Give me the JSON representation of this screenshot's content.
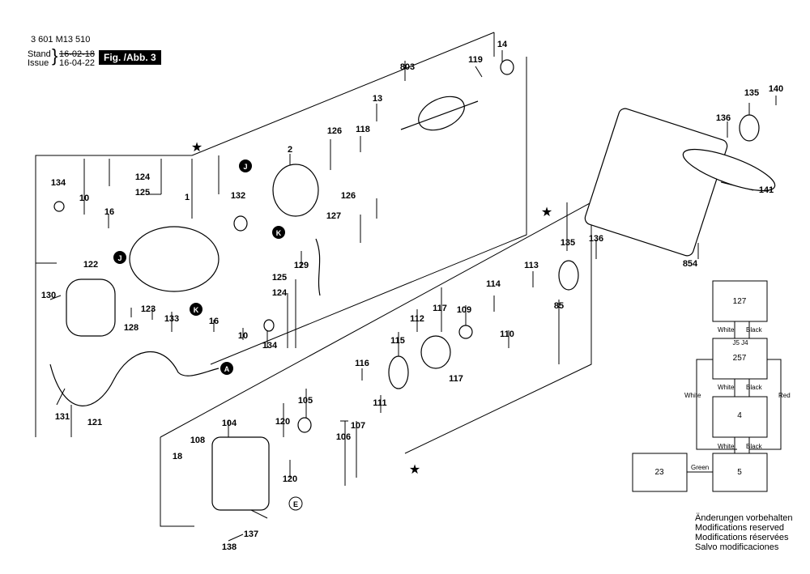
{
  "header": {
    "doc_number": "3 601 M13 510",
    "stand_label": "Stand",
    "issue_label": "Issue",
    "stand_date": "16-02-18",
    "issue_date": "16-04-22",
    "figure_tag": "Fig. /Abb. 3"
  },
  "part_labels": [
    "803",
    "119",
    "14",
    "13",
    "118",
    "126",
    "2",
    "124",
    "125",
    "1",
    "134",
    "10",
    "16",
    "132",
    "126",
    "127",
    "122",
    "129",
    "125",
    "124",
    "130",
    "123",
    "133",
    "128",
    "16",
    "10",
    "134",
    "121",
    "131",
    "105",
    "104",
    "108",
    "18",
    "120",
    "106",
    "107",
    "111",
    "116",
    "115",
    "112",
    "117",
    "109",
    "114",
    "110",
    "117",
    "113",
    "85",
    "135",
    "136",
    "135",
    "140",
    "136",
    "141",
    "854",
    "137",
    "138",
    "120"
  ],
  "callouts": [
    "J",
    "J",
    "K",
    "K",
    "A",
    "E"
  ],
  "symbols": [
    "★",
    "★",
    "★"
  ],
  "wiring": {
    "boxes": [
      "127",
      "257",
      "4",
      "23",
      "5"
    ],
    "connector_label": "J5  J4",
    "wire_labels": [
      "White",
      "Black",
      "White",
      "Black",
      "White",
      "Red",
      "White",
      "Black",
      "Green"
    ]
  },
  "notes": [
    "Änderungen vorbehalten",
    "Modifications reserved",
    "Modifications réservées",
    "Salvo modificaciones"
  ],
  "colors": {
    "ink": "#000000",
    "fill": "#ffffff",
    "shade": "#9a9a9a"
  }
}
